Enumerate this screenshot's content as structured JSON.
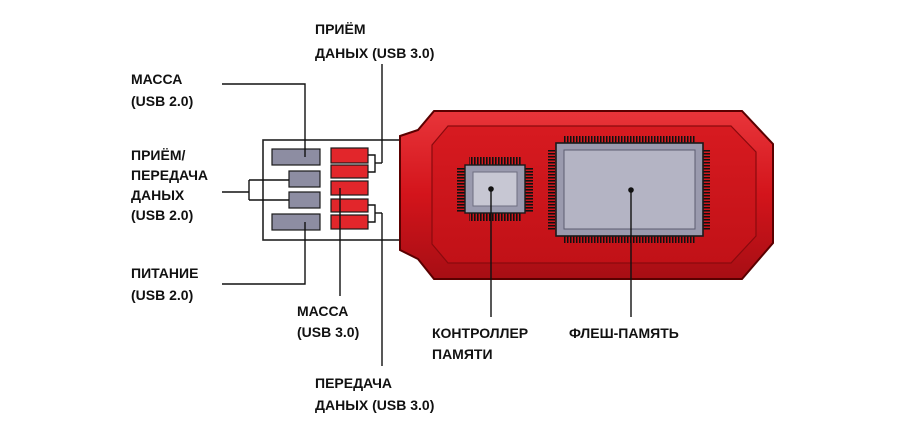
{
  "colors": {
    "body_red": "#d3141b",
    "body_dark": "#a00d12",
    "edge": "#5a0000",
    "inner_red": "#e2262b",
    "chip_grey": "#9a9aae",
    "chip_light": "#c7c7d3",
    "grey_pad": "#8d8da2",
    "red_pad": "#e2262b",
    "line": "#111111"
  },
  "labels": {
    "rx_usb3": {
      "line1": "ПРИЁМ",
      "line2": "ДАНЫХ (USB 3.0)"
    },
    "ground_usb2": {
      "line1": "МАССА",
      "line2": "(USB 2.0)"
    },
    "data_usb2": {
      "line1": "ПРИЁМ/",
      "line2": "ПЕРЕДАЧА",
      "line3": "ДАНЫХ",
      "line4": "(USB 2.0)"
    },
    "power_usb2": {
      "line1": "ПИТАНИЕ",
      "line2": "(USB 2.0)"
    },
    "ground_usb3": {
      "line1": "МАССА",
      "line2": "(USB 3.0)"
    },
    "tx_usb3": {
      "line1": "ПЕРЕДАЧА",
      "line2": "ДАНЫХ (USB 3.0)"
    },
    "controller": {
      "line1": "КОНТРОЛЛЕР",
      "line2": "ПАМЯТИ"
    },
    "flash": {
      "line1": "ФЛЕШ-ПАМЯТЬ"
    }
  }
}
